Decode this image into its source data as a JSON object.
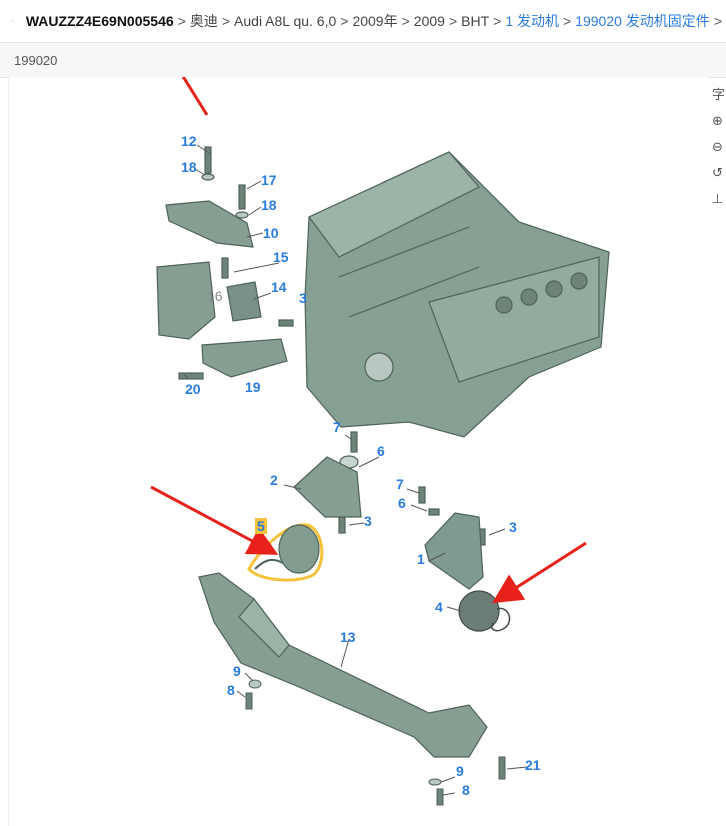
{
  "breadcrumb": {
    "vin": "WAUZZZ4E69N005546",
    "items": [
      {
        "label": "奥迪",
        "link": false
      },
      {
        "label": "Audi A8L qu. 6,0",
        "link": false
      },
      {
        "label": "2009年",
        "link": false
      },
      {
        "label": "2009",
        "link": false
      },
      {
        "label": "BHT",
        "link": false
      },
      {
        "label": "1 发动机",
        "link": true
      },
      {
        "label": "199020 发动机固定件",
        "link": true
      }
    ],
    "separator": ">"
  },
  "subheader": {
    "code": "199020"
  },
  "diagram": {
    "callouts": [
      {
        "id": "c12",
        "label": "12"
      },
      {
        "id": "c18a",
        "label": "18"
      },
      {
        "id": "c17",
        "label": "17"
      },
      {
        "id": "c18b",
        "label": "18"
      },
      {
        "id": "c10",
        "label": "10"
      },
      {
        "id": "c15",
        "label": "15"
      },
      {
        "id": "c16",
        "label": "16"
      },
      {
        "id": "c14",
        "label": "14"
      },
      {
        "id": "c3a",
        "label": "3"
      },
      {
        "id": "c20",
        "label": "20"
      },
      {
        "id": "c19",
        "label": "19"
      },
      {
        "id": "c7a",
        "label": "7"
      },
      {
        "id": "c6a",
        "label": "6"
      },
      {
        "id": "c2",
        "label": "2"
      },
      {
        "id": "c7b",
        "label": "7"
      },
      {
        "id": "c6b",
        "label": "6"
      },
      {
        "id": "c5",
        "label": "5"
      },
      {
        "id": "c3b",
        "label": "3"
      },
      {
        "id": "c3c",
        "label": "3"
      },
      {
        "id": "c1",
        "label": "1"
      },
      {
        "id": "c4",
        "label": "4"
      },
      {
        "id": "c13",
        "label": "13"
      },
      {
        "id": "c9a",
        "label": "9"
      },
      {
        "id": "c8a",
        "label": "8"
      },
      {
        "id": "c9b",
        "label": "9"
      },
      {
        "id": "c8b",
        "label": "8"
      },
      {
        "id": "c21",
        "label": "21"
      }
    ]
  },
  "colors": {
    "link": "#2a7ce0",
    "part": "#7f9a8f",
    "highlight": "#f6c23b",
    "arrow": "#e8221b"
  },
  "tools": [
    {
      "icon": "text-icon",
      "label": "字"
    },
    {
      "icon": "zoom-in-icon",
      "label": "⊕"
    },
    {
      "icon": "zoom-out-icon",
      "label": "⊖"
    },
    {
      "icon": "rotate-icon",
      "label": "↺"
    },
    {
      "icon": "fit-icon",
      "label": "⊥"
    }
  ]
}
